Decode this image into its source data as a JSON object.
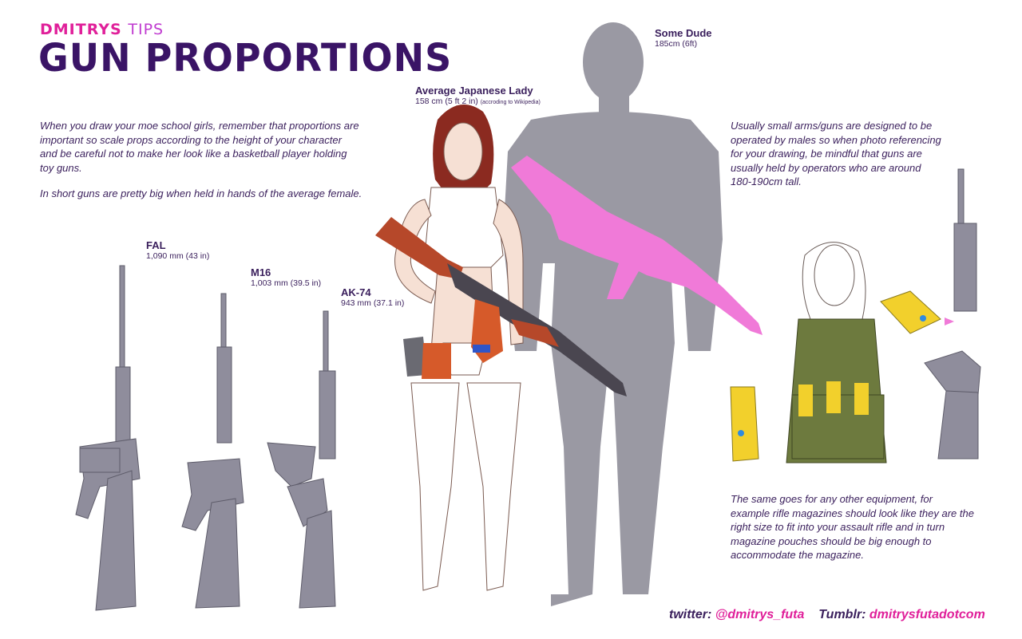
{
  "header": {
    "brand": "DMITRYS",
    "brand_suffix": "TIPS",
    "title": "GUN PROPORTIONS"
  },
  "intro": {
    "paragraph1": "When you draw your moe school girls, remember that proportions are important so scale props according to the height of your character and be careful not to make her look like a basketball player holding toy guns.",
    "paragraph2": "In short guns are pretty big when held in hands of the average female."
  },
  "figures": {
    "lady": {
      "name": "Average Japanese Lady",
      "height": "158 cm (5 ft 2 in)",
      "note": "(accroding to Wikipedia)"
    },
    "dude": {
      "name": "Some Dude",
      "height": "185cm (6ft)"
    }
  },
  "guns": [
    {
      "name": "FAL",
      "length": "1,090 mm (43 in)"
    },
    {
      "name": "M16",
      "length": "1,003 mm (39.5 in)"
    },
    {
      "name": "AK-74",
      "length": "943 mm (37.1 in)"
    }
  ],
  "right_text": {
    "paragraph1": "Usually small arms/guns are designed to be operated by males so when photo referencing for your drawing, be mindful that guns are usually held by operators who are around 180-190cm tall.",
    "paragraph2": "The same goes for any other equipment, for example rifle magazines should look like they are the right size to fit into your assault rifle and in turn magazine pouches should be big enough to accommodate the magazine."
  },
  "footer": {
    "twitter_label": "twitter:",
    "twitter_handle": "@dmitrys_futa",
    "tumblr_label": "Tumblr:",
    "tumblr_handle": "dmitrysfutadotcom"
  },
  "colors": {
    "title": "#3a1466",
    "accent_pink": "#e0209a",
    "text": "#3a1f5c",
    "gun_gray": "#8f8d9c",
    "silhouette": "#9a99a3",
    "pink_gun": "#f07ad8",
    "wood": "#b6482a",
    "olive": "#6d7a3e",
    "magazine_yellow": "#f2d02c"
  }
}
